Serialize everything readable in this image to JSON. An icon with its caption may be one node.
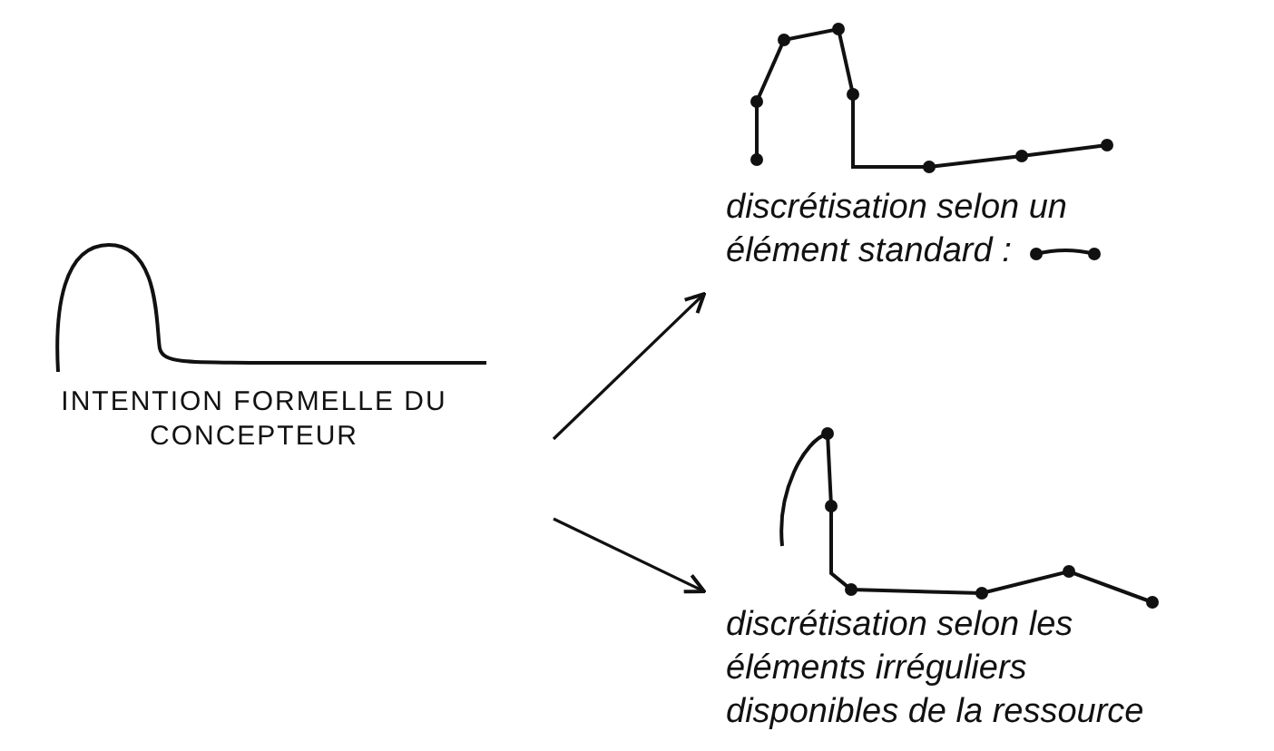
{
  "diagram": {
    "nodes": [
      {
        "text": [
          "INTENTION FORMELLE DU CONCEPTEUR"
        ]
      },
      {
        "text": [
          "discrétisation selon un élément standard :"
        ]
      },
      {
        "text": [
          "discrétisation selon les éléments irréguliers disponibles de la ressource"
        ]
      }
    ],
    "edges": [
      {
        "from": 0,
        "to": 1,
        "arrow": "to"
      },
      {
        "from": 0,
        "to": 2,
        "arrow": "to"
      }
    ]
  }
}
